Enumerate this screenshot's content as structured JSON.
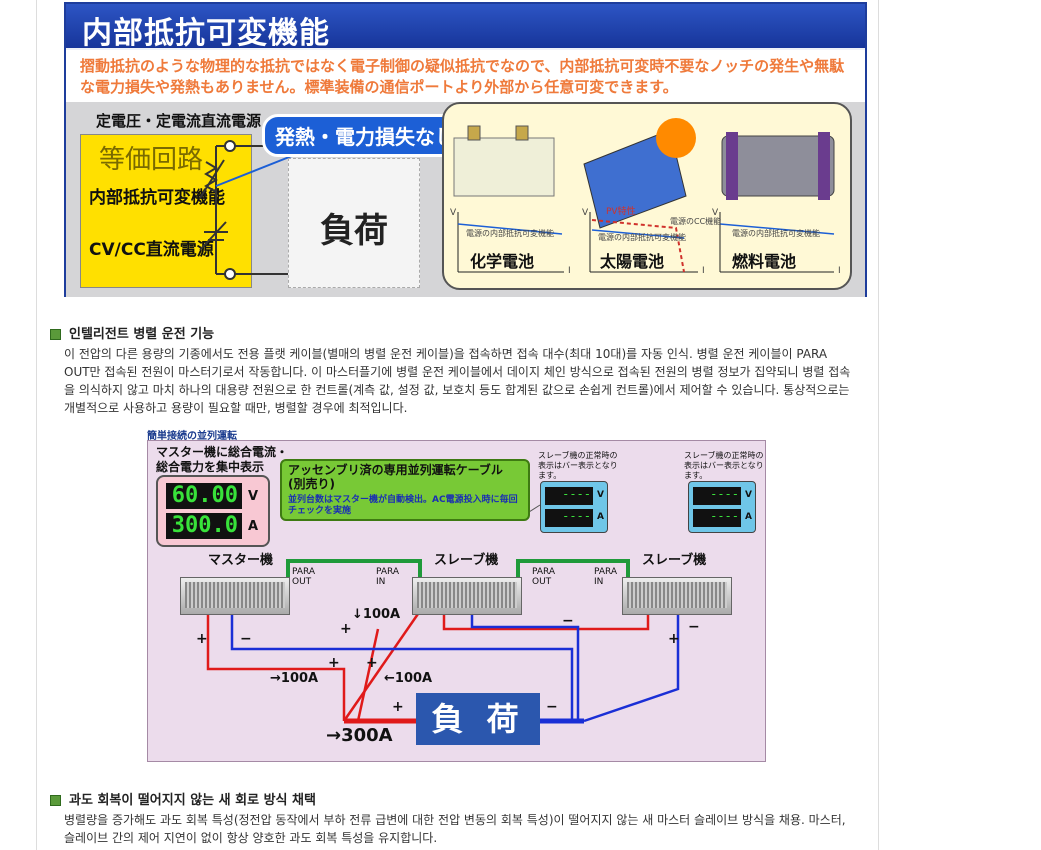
{
  "jp_panel": {
    "title": "内部抵抗可変機能",
    "description": "摺動抵抗のような物理的な抵抗ではなく電子制御の疑似抵抗でなので、内部抵抗可変時不要なノッチの発生や無駄な電力損失や発熱もありません。標準装備の通信ポートより外部から任意可変できます。",
    "psu_caption": "定電圧・定電流直流電源",
    "equivalent_circuit": "等価回路",
    "variable_resistance": "内部抵抗可変機能",
    "cvcc_source": "CV/CC直流電源",
    "no_loss_badge": "発熱・電力損失なし",
    "load": "負荷",
    "batteries": [
      {
        "name": "化学電池",
        "curve": "電源の内部抵抗可変機能"
      },
      {
        "name": "太陽電池",
        "curve": "電源の内部抵抗可変機能",
        "pv": "PV特性",
        "cc": "電源のCC機能"
      },
      {
        "name": "燃料電池",
        "curve": "電源の内部抵抗可変機能"
      }
    ],
    "axis_v": "V",
    "axis_i": "I"
  },
  "section1": {
    "heading": "인텔리전트 병렬 운전 기능",
    "body": "이 전압의 다른 용량의 기종에서도 전용 플랫 케이블(별매의 병렬 운전 케이블)을 접속하면 접속 대수(최대 10대)를 자동 인식. 병렬 운전 케이블이 PARA OUT만 접속된 전원이 마스터기로서 작동합니다. 이 마스터플기에 병렬 운전 케이블에서 데이지 체인 방식으로 접속된 전원의 병렬 정보가 집약되니 병렬 접속을 의식하지 않고 마치 하나의 대용량 전원으로 한 컨트롤(계측 값, 설정 값, 보호치 등도 합계된 값으로 손쉽게 컨트롤)에서 제어할 수 있습니다. 통상적으로는 개별적으로 사용하고 용량이 필요할 때만, 병렬할 경우에 최적입니다."
  },
  "parallel_diagram": {
    "tag": "簡単接続の並列運転",
    "master_caption_1": "マスター機に総合電流・",
    "master_caption_2": "総合電力を集中表示",
    "master_voltage": "60.00",
    "master_current": "300.0",
    "unit_v": "V",
    "unit_a": "A",
    "cable_title_1": "アッセンブリ済の専用並列運転ケーブル",
    "cable_title_2": "(別売り)",
    "cable_note": "並列台数はマスター機が自動検出。AC電源投入時に毎回チェックを実施",
    "slave_note": "スレーブ機の正常時の表示はバー表示となります。",
    "slave_digits": "----",
    "master_name": "マスター機",
    "slave_name": "スレーブ機",
    "para_out": "PARA OUT",
    "para_in": "PARA IN",
    "amp_100_down": "↓100A",
    "amp_100_right": "→100A",
    "amp_100_left": "←100A",
    "amp_300": "→300A",
    "plus": "+",
    "minus": "−",
    "load": "負 荷"
  },
  "section2": {
    "heading": "과도 회복이 떨어지지 않는 새 회로 방식 채택",
    "body": "병렬량을 증가해도 과도 회복 특성(정전압 동작에서 부하 전류 급변에 대한 전압 변동의 회복 특성)이 떨어지지 않는 새 마스터 슬레이브 방식을 채용. 마스터, 슬레이브 간의 제어 지연이 없이 항상 양호한 과도 회복 특성을 유지합니다."
  },
  "colors": {
    "title_blue": "#1e3d9c",
    "desc_orange": "#ef7a3b",
    "psu_yellow": "#ffe000",
    "bullet_green": "#5a9a3a",
    "load_blue": "#2b57ae",
    "wire_red": "#e01a1a",
    "wire_blue": "#1a2fd6",
    "cable_green": "#1f9a3a"
  }
}
